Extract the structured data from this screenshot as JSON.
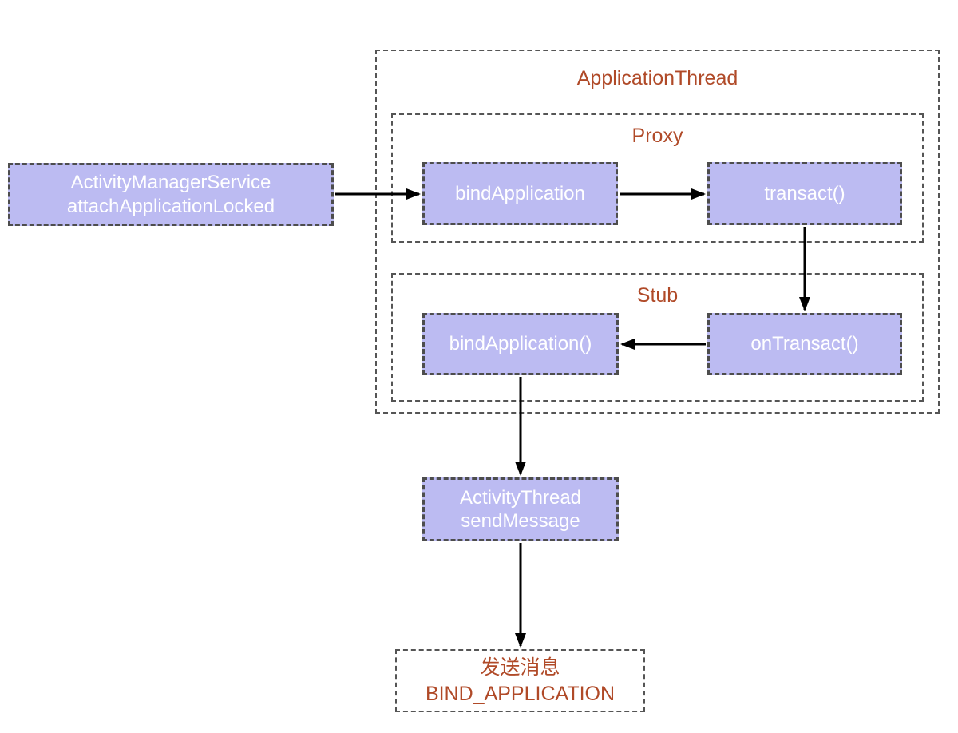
{
  "diagram": {
    "containers": {
      "application_thread": {
        "title": "ApplicationThread"
      },
      "proxy": {
        "title": "Proxy"
      },
      "stub": {
        "title": "Stub"
      }
    },
    "nodes": {
      "ams": {
        "lines": [
          "ActivityManagerService",
          "attachApplicationLocked"
        ]
      },
      "bind_application_proxy": {
        "label": "bindApplication"
      },
      "transact": {
        "label": "transact()"
      },
      "bind_application_stub": {
        "label": "bindApplication()"
      },
      "on_transact": {
        "label": "onTransact()"
      },
      "activity_thread": {
        "lines": [
          "ActivityThread",
          "sendMessage"
        ]
      },
      "send_message": {
        "lines": [
          "发送消息",
          "BIND_APPLICATION"
        ]
      }
    },
    "colors": {
      "node_fill": "#bcbbf2",
      "node_text": "#ffffff",
      "title_text": "#b04a28",
      "dashed_border": "#4d4d4d",
      "arrow": "#000000",
      "background": "#ffffff"
    }
  }
}
